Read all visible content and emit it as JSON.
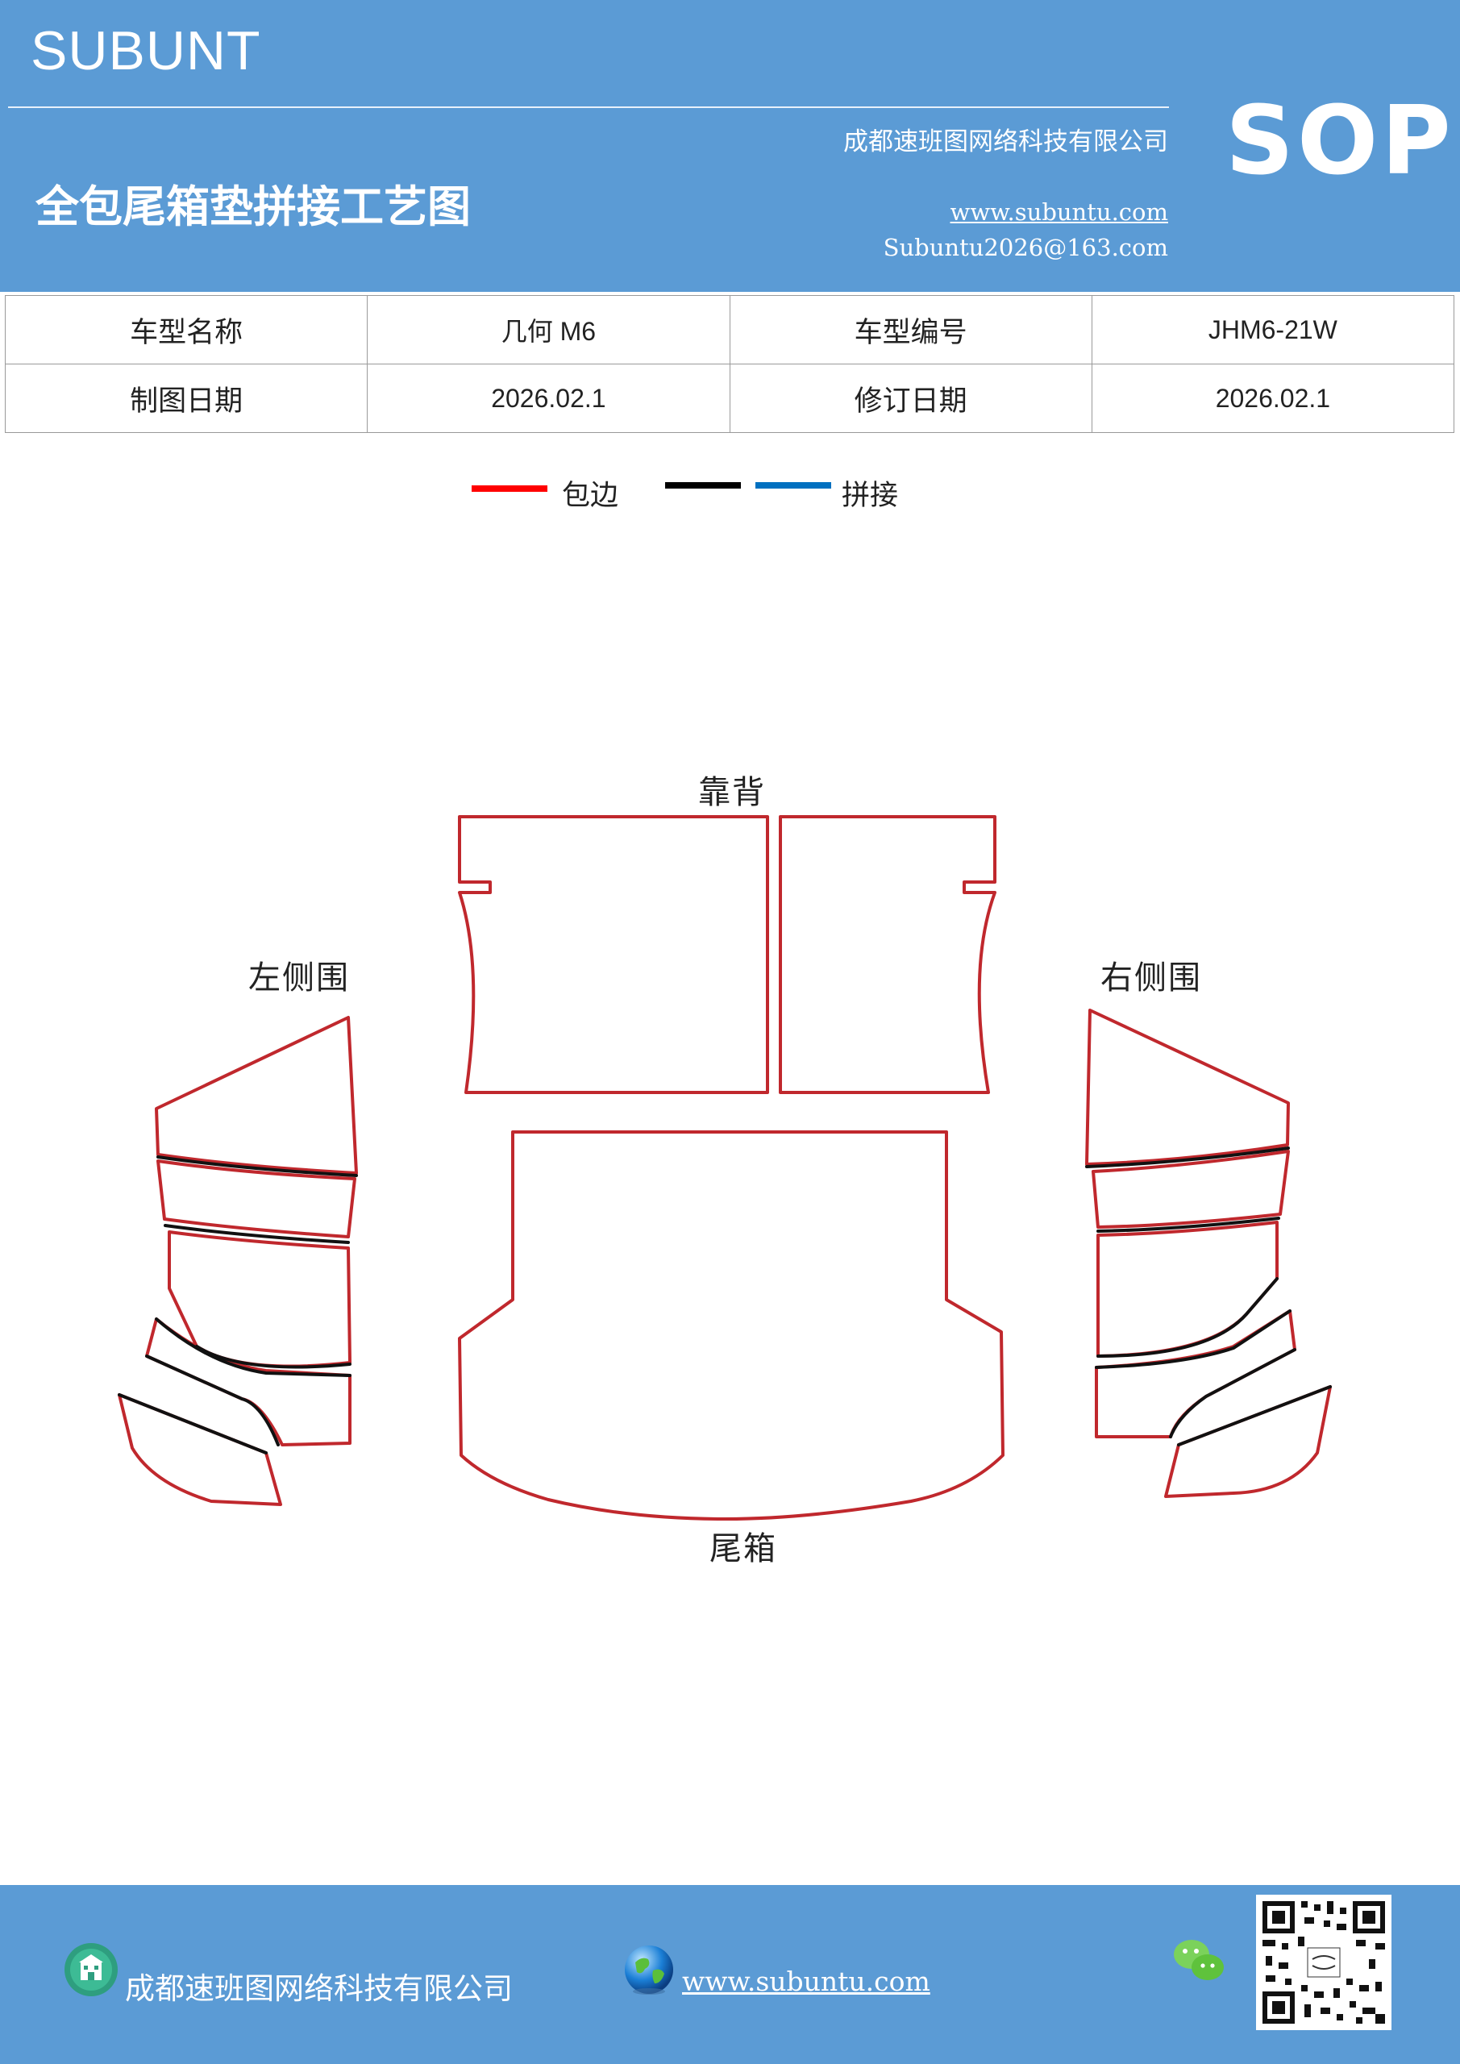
{
  "header": {
    "brand": "SUBUNT",
    "sop": "SOP",
    "company": "成都速班图网络科技有限公司",
    "title": "全包尾箱垫拼接工艺图",
    "website": "www.subuntu.com",
    "email": "Subuntu2026@163.com",
    "color": "#5b9bd5"
  },
  "info_table": {
    "rows": [
      [
        "车型名称",
        "几何 M6",
        "车型编号",
        "JHM6-21W"
      ],
      [
        "制图日期",
        "2026.02.1",
        "修订日期",
        "2026.02.1"
      ]
    ]
  },
  "legend": {
    "items": [
      {
        "label": "包边",
        "color": "#ff0000"
      },
      {
        "label": "",
        "color": "#000000"
      },
      {
        "label": "拼接",
        "color": "#0070c0"
      }
    ]
  },
  "diagram": {
    "labels": {
      "backrest": "靠背",
      "left_side": "左侧围",
      "right_side": "右侧围",
      "trunk": "尾箱"
    },
    "edge_color": "#c0282d",
    "seam_color": "#111111"
  },
  "footer": {
    "company": "成都速班图网络科技有限公司",
    "website": "www.subuntu.com",
    "building_icon": "building-icon",
    "globe_icon": "globe-icon",
    "wechat_icon": "wechat-icon"
  }
}
